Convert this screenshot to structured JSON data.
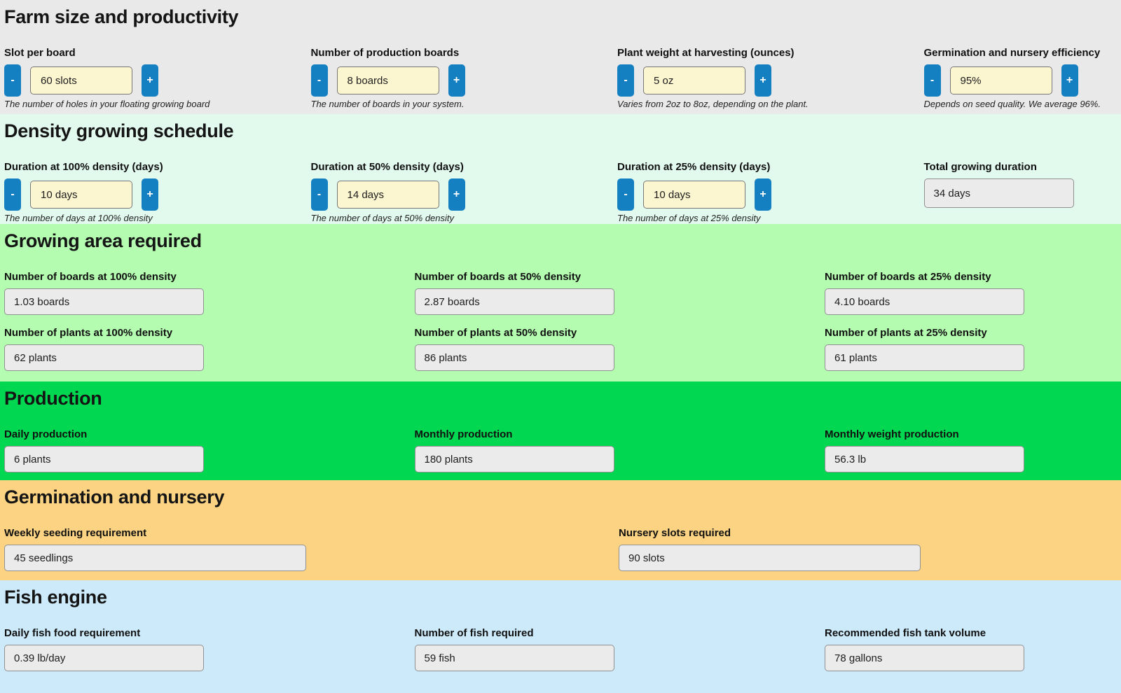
{
  "sections": {
    "farm": {
      "title": "Farm size and productivity",
      "fields": [
        {
          "label": "Slot per board",
          "value": "60 slots",
          "help": "The number of holes in your floating growing board"
        },
        {
          "label": "Number of production boards",
          "value": "8 boards",
          "help": "The number of boards in your system."
        },
        {
          "label": "Plant weight at harvesting (ounces)",
          "value": "5 oz",
          "help": "Varies from 2oz to 8oz, depending on the plant."
        },
        {
          "label": "Germination and nursery efficiency",
          "value": "95%",
          "help": "Depends on seed quality. We average 96%."
        }
      ]
    },
    "density": {
      "title": "Density growing schedule",
      "fields": [
        {
          "label": "Duration at 100% density (days)",
          "value": "10 days",
          "help": "The number of days at 100% density"
        },
        {
          "label": "Duration at 50% density (days)",
          "value": "14 days",
          "help": "The number of days at 50% density"
        },
        {
          "label": "Duration at 25% density (days)",
          "value": "10 days",
          "help": "The number of days at 25% density"
        }
      ],
      "total": {
        "label": "Total growing duration",
        "value": "34 days"
      }
    },
    "growing": {
      "title": "Growing area required",
      "rows": [
        [
          {
            "label": "Number of boards at 100% density",
            "value": "1.03 boards"
          },
          {
            "label": "Number of boards at 50% density",
            "value": "2.87 boards"
          },
          {
            "label": "Number of boards at 25% density",
            "value": "4.10 boards"
          }
        ],
        [
          {
            "label": "Number of plants at 100% density",
            "value": "62 plants"
          },
          {
            "label": "Number of plants at 50% density",
            "value": "86 plants"
          },
          {
            "label": "Number of plants at 25% density",
            "value": "61 plants"
          }
        ]
      ]
    },
    "production": {
      "title": "Production",
      "fields": [
        {
          "label": "Daily production",
          "value": "6 plants"
        },
        {
          "label": "Monthly production",
          "value": "180 plants"
        },
        {
          "label": "Monthly weight production",
          "value": "56.3 lb"
        }
      ]
    },
    "germination": {
      "title": "Germination and nursery",
      "fields": [
        {
          "label": "Weekly seeding requirement",
          "value": "45 seedlings"
        },
        {
          "label": "Nursery slots required",
          "value": "90 slots"
        }
      ]
    },
    "fish": {
      "title": "Fish engine",
      "fields": [
        {
          "label": "Daily fish food requirement",
          "value": "0.39 lb/day"
        },
        {
          "label": "Number of fish required",
          "value": "59 fish"
        },
        {
          "label": "Recommended fish tank volume",
          "value": "78 gallons"
        }
      ]
    }
  },
  "stepper": {
    "minus": "-",
    "plus": "+"
  },
  "colors": {
    "farm_bg": "#e9e9e9",
    "density_bg": "#e2f9ee",
    "growing_bg": "#b4fcb0",
    "production_bg": "#01d750",
    "germination_bg": "#fbd382",
    "fish_bg": "#cdeafa",
    "stepper_button": "#1480c2",
    "editable_input_bg": "#fcf6d0",
    "readonly_input_bg": "#ebebeb"
  }
}
